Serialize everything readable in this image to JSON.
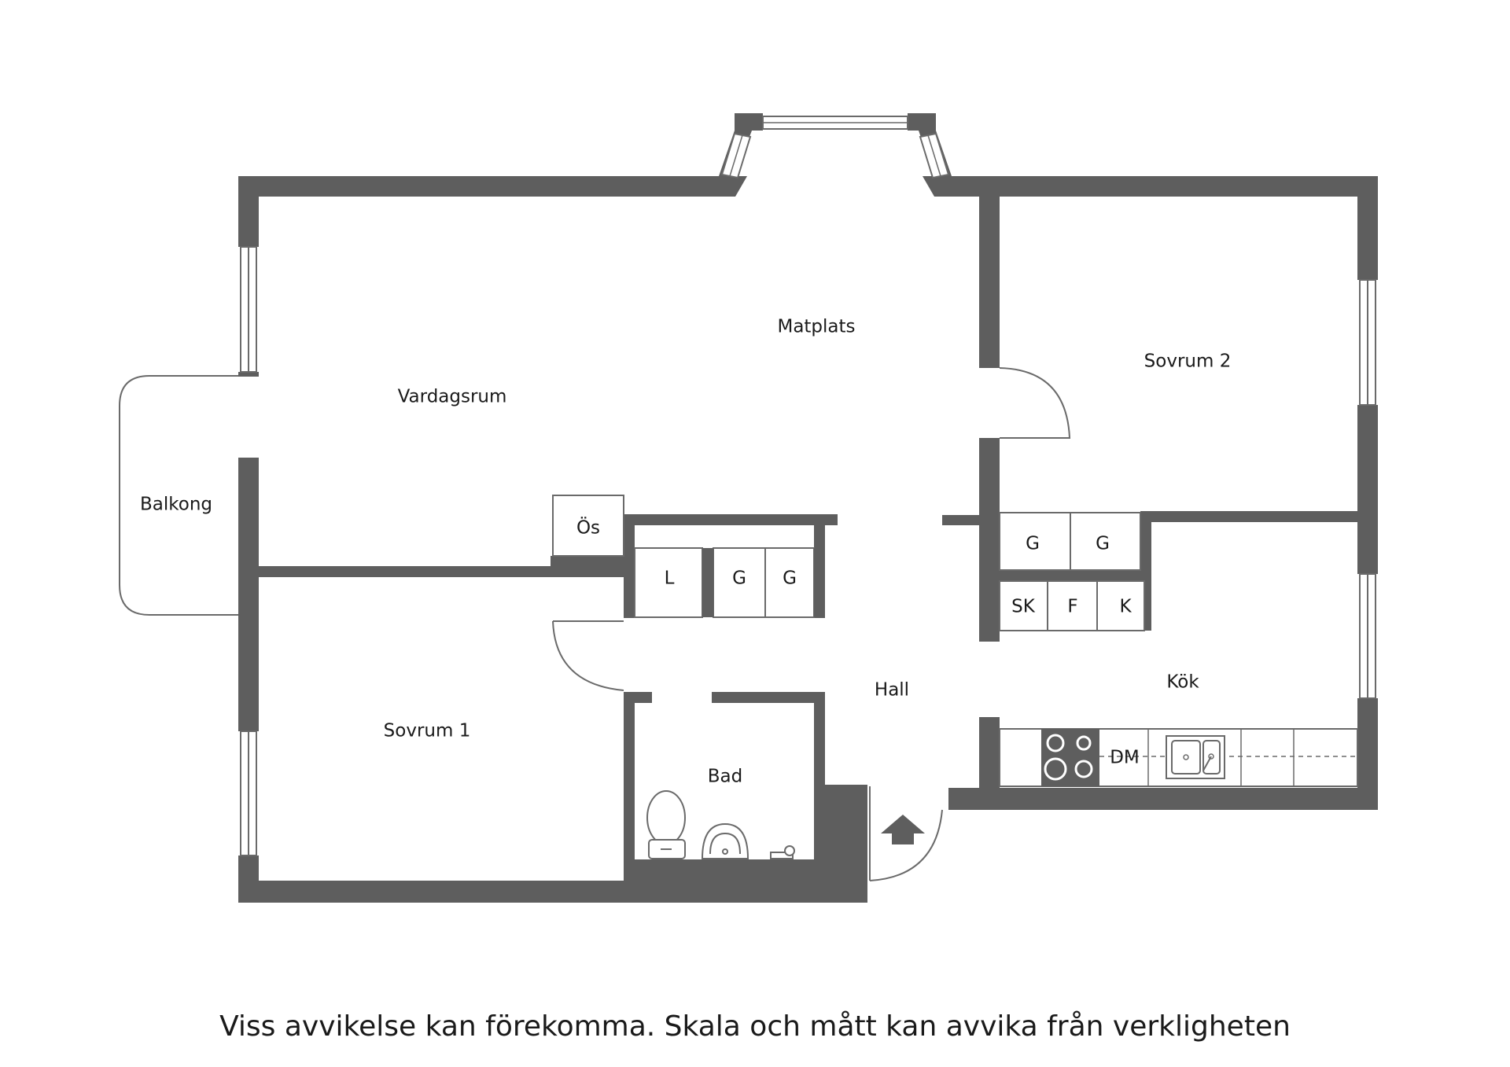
{
  "rooms": {
    "vardagsrum": "Vardagsrum",
    "matplats": "Matplats",
    "sovrum2": "Sovrum 2",
    "balkong": "Balkong",
    "sovrum1": "Sovrum 1",
    "hall": "Hall",
    "kok": "Kök",
    "bad": "Bad"
  },
  "fixtures": {
    "os": "Ös",
    "linen_closet": "L",
    "wardrobe_a": "G",
    "wardrobe_b": "G",
    "wardrobe_c": "G",
    "wardrobe_d": "G",
    "sk": "SK",
    "fridge": "F",
    "freezer": "K",
    "dishwasher": "DM"
  },
  "disclaimer": "Viss avvikelse kan förekomma. Skala och mått kan avvika från verkligheten",
  "colors": {
    "wall": "#5e5e5e",
    "line": "#6a6a6a",
    "background": "#ffffff"
  }
}
